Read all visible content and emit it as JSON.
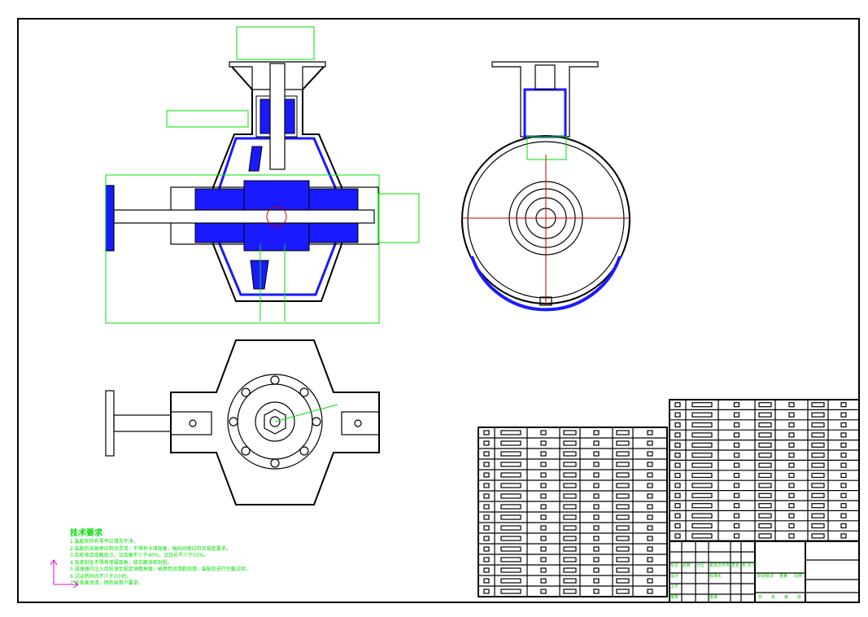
{
  "technical_requirements": {
    "title": "技术要求",
    "items": [
      "1.装配前所有零件应清洗干净。",
      "2.装配后各轴承应转动灵活，不得有卡滞现象，轴向间隙应符合规定要求。",
      "3.齿轮啮合接触斑点，沿齿高不少于40%，沿齿长不少于50%。",
      "4.各密封处不得有渗漏现象，结合面涂密封胶。",
      "5.减速器内注入齿轮油至规定油面高度，轴承用润滑脂润滑，装配后进行空载试验。",
      "6.试运转时间不少于2小时。",
      "7.外表面涂漆，颜色按用户要求。"
    ]
  },
  "title_block": {
    "labels": [
      "标记",
      "处数",
      "分区",
      "更改文件号",
      "签名",
      "年.月.日",
      "设计",
      "标准化",
      "审核",
      "工艺",
      "批准",
      "阶段标记",
      "重量",
      "比例",
      "共",
      "张",
      "第",
      "张"
    ]
  },
  "colors": {
    "outline": "#000000",
    "dimension": "#00e000",
    "section": "#1a1aff",
    "centerline": "#c00000",
    "axis": "#e000e0"
  }
}
